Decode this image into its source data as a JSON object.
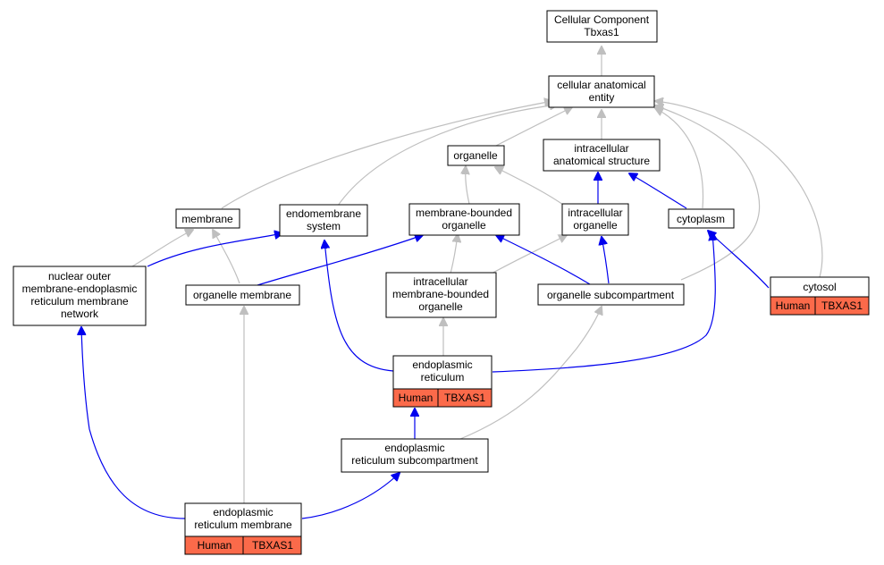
{
  "colors": {
    "is_a_edge": "#bfbfbf",
    "part_of_edge": "#0000ee",
    "annotation_fill": "#fb6a4a",
    "node_border": "#000000",
    "node_fill": "#ffffff"
  },
  "nodes": {
    "root": {
      "lines": [
        "Cellular Component",
        "Tbxas1"
      ]
    },
    "cae": {
      "lines": [
        "cellular anatomical",
        "entity"
      ]
    },
    "organelle": {
      "lines": [
        "organelle"
      ]
    },
    "ias": {
      "lines": [
        "intracellular",
        "anatomical structure"
      ]
    },
    "membrane": {
      "lines": [
        "membrane"
      ]
    },
    "endomembrane": {
      "lines": [
        "endomembrane",
        "system"
      ]
    },
    "mbo": {
      "lines": [
        "membrane-bounded",
        "organelle"
      ]
    },
    "io": {
      "lines": [
        "intracellular",
        "organelle"
      ]
    },
    "cytoplasm": {
      "lines": [
        "cytoplasm"
      ]
    },
    "nomer": {
      "lines": [
        "nuclear outer",
        "membrane-endoplasmic",
        "reticulum membrane",
        "network"
      ]
    },
    "om": {
      "lines": [
        "organelle membrane"
      ]
    },
    "imbo": {
      "lines": [
        "intracellular",
        "membrane-bounded",
        "organelle"
      ]
    },
    "osc": {
      "lines": [
        "organelle subcompartment"
      ]
    },
    "cytosol": {
      "lines": [
        "cytosol"
      ],
      "annotation": [
        "Human",
        "TBXAS1"
      ]
    },
    "er": {
      "lines": [
        "endoplasmic",
        "reticulum"
      ],
      "annotation": [
        "Human",
        "TBXAS1"
      ]
    },
    "ersc": {
      "lines": [
        "endoplasmic",
        "reticulum subcompartment"
      ]
    },
    "erm": {
      "lines": [
        "endoplasmic",
        "reticulum membrane"
      ],
      "annotation": [
        "Human",
        "TBXAS1"
      ]
    }
  }
}
